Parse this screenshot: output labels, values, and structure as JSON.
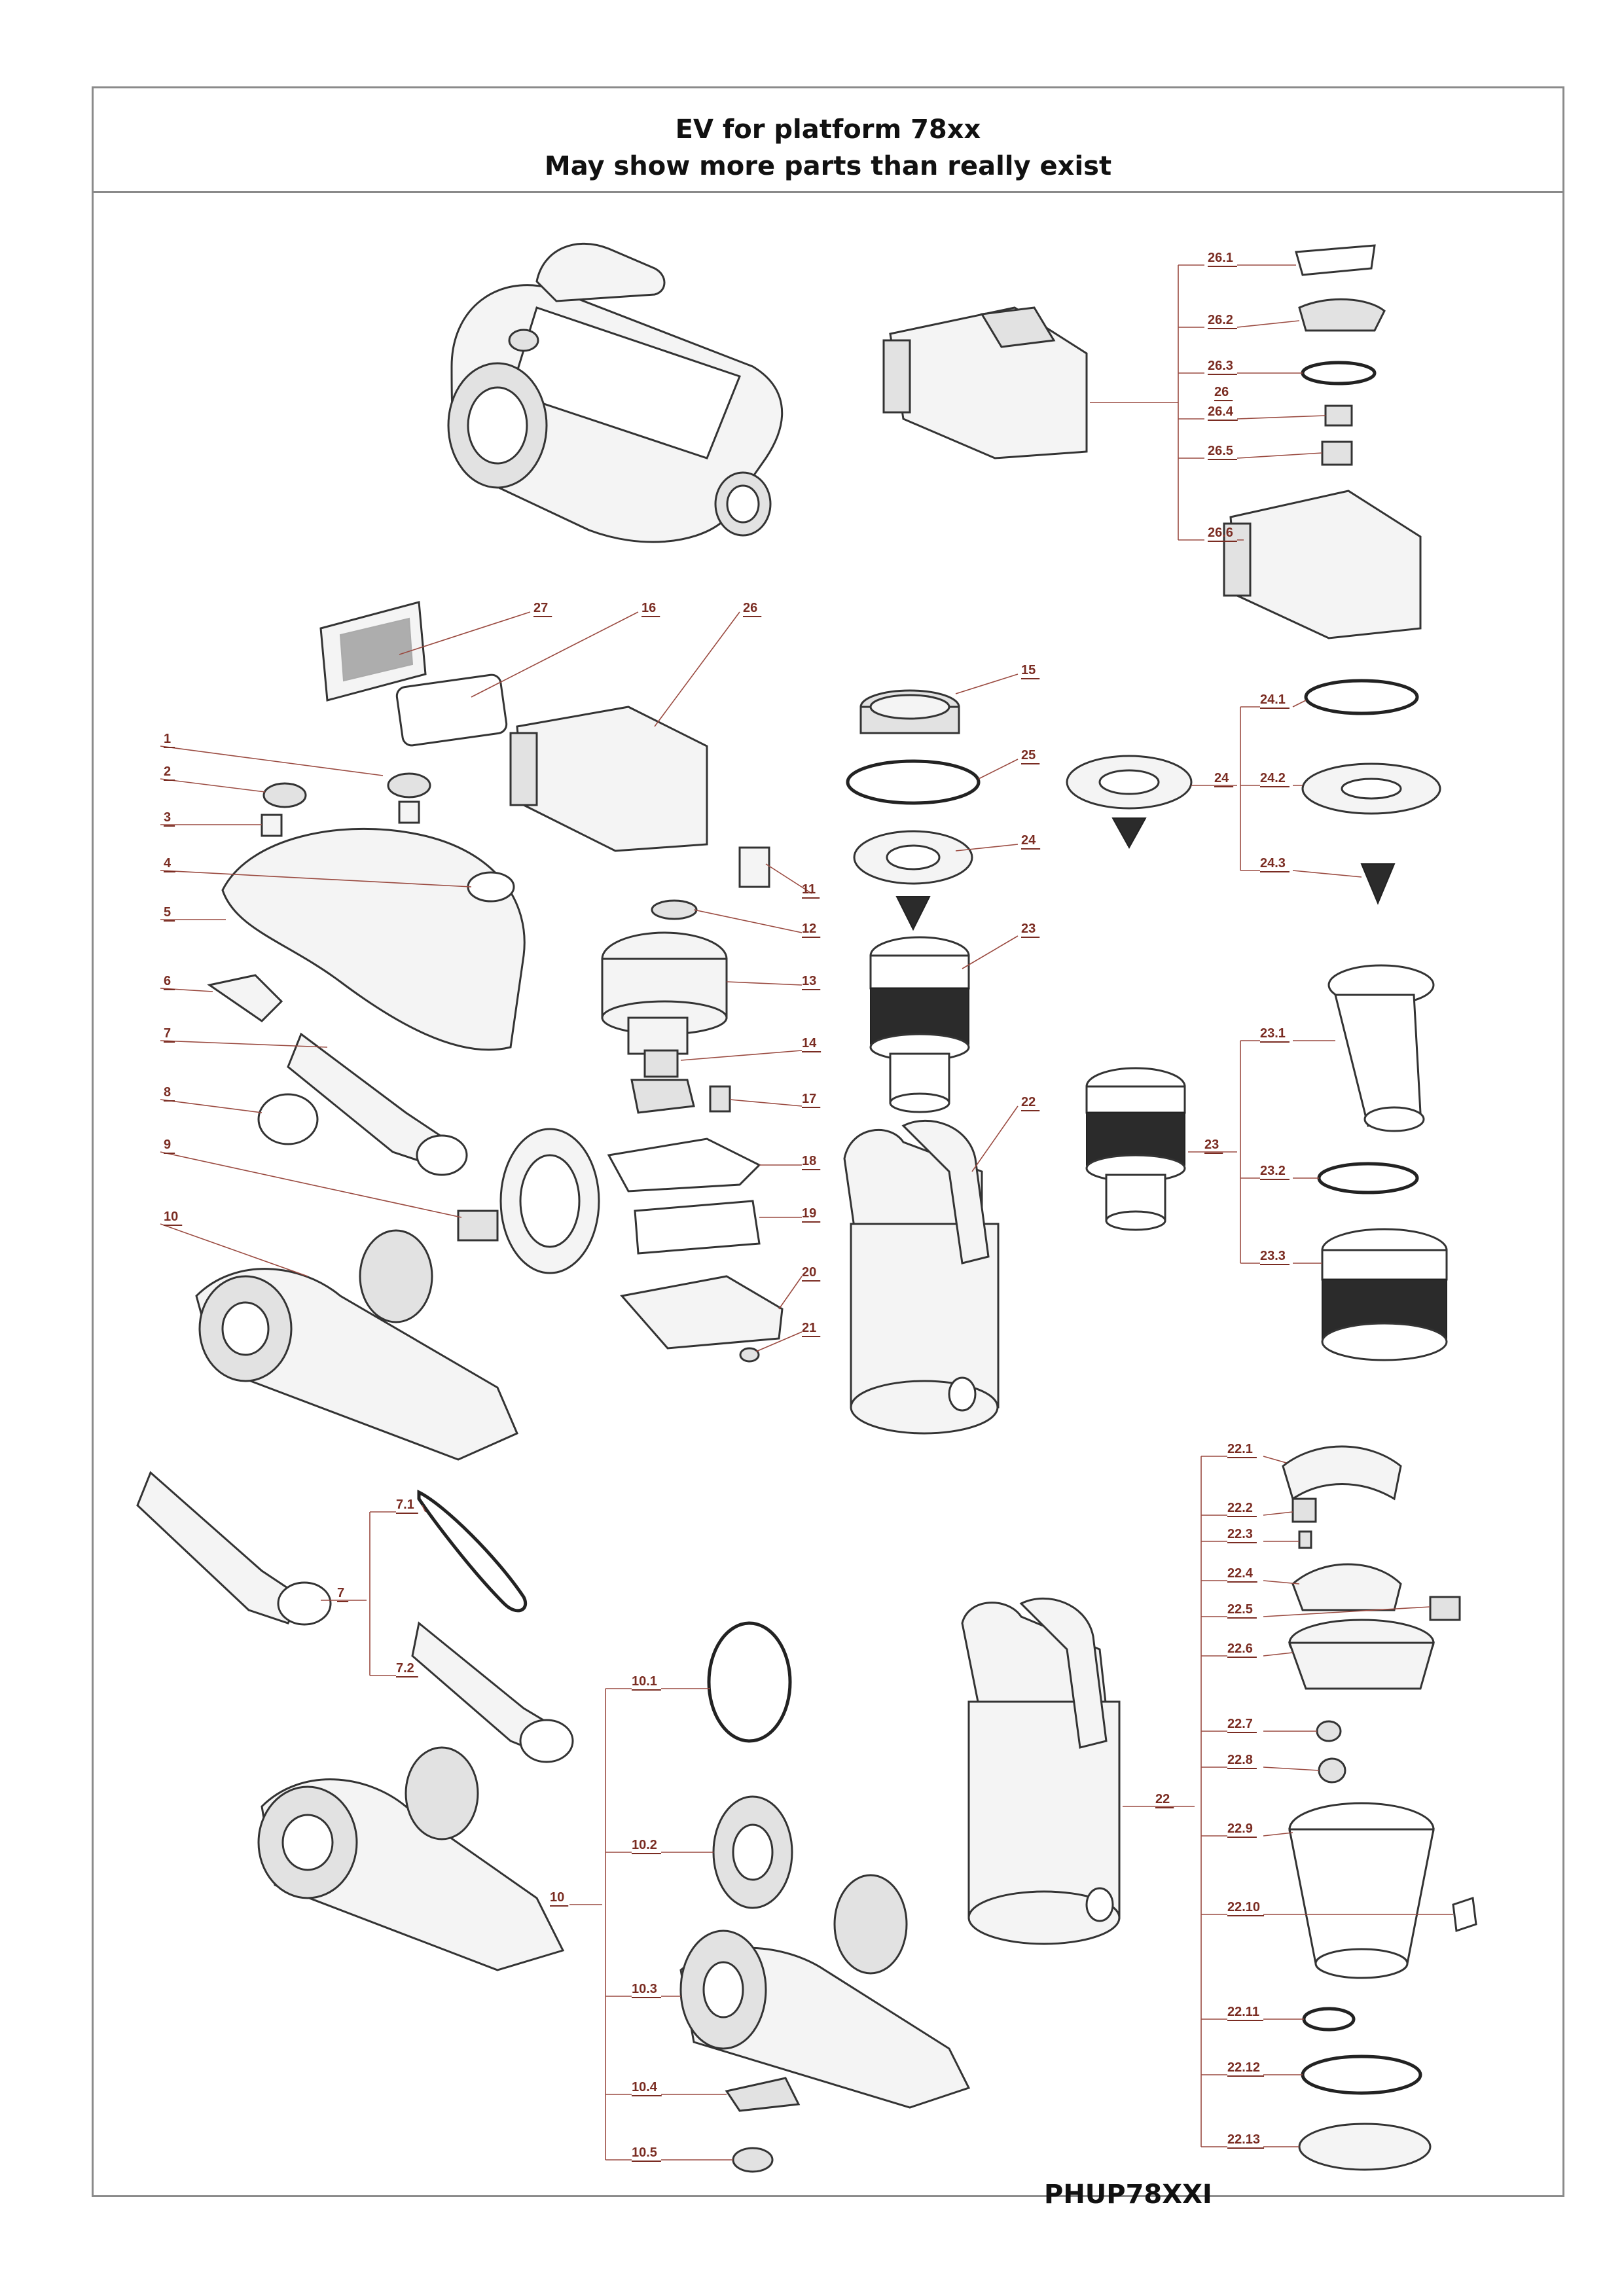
{
  "title_line1": "EV for platform 78xx",
  "title_line2": "May show more parts than really exist",
  "model_code": "PHUP78XXI",
  "callouts": {
    "p1": "1",
    "p2": "2",
    "p3": "3",
    "p4": "4",
    "p5": "5",
    "p6": "6",
    "p7": "7",
    "p8": "8",
    "p9": "9",
    "p10": "10",
    "p11": "11",
    "p12": "12",
    "p13": "13",
    "p14": "14",
    "p15": "15",
    "p16": "16",
    "p17": "17",
    "p18": "18",
    "p19": "19",
    "p20": "20",
    "p21": "21",
    "p22": "22",
    "p23": "23",
    "p24": "24",
    "p25": "25",
    "p26": "26",
    "p27": "27",
    "p26_1": "26.1",
    "p26_2": "26.2",
    "p26_3": "26.3",
    "p26_4": "26.4",
    "p26_5": "26.5",
    "p26_6": "26.6",
    "p24_1": "24.1",
    "p24_2": "24.2",
    "p24_3": "24.3",
    "p23_1": "23.1",
    "p23_2": "23.2",
    "p23_3": "23.3",
    "p7_1": "7.1",
    "p7_2": "7.2",
    "p10_1": "10.1",
    "p10_2": "10.2",
    "p10_3": "10.3",
    "p10_4": "10.4",
    "p10_5": "10.5",
    "p22_1": "22.1",
    "p22_2": "22.2",
    "p22_3": "22.3",
    "p22_4": "22.4",
    "p22_5": "22.5",
    "p22_6": "22.6",
    "p22_7": "22.7",
    "p22_8": "22.8",
    "p22_9": "22.9",
    "p22_10": "22.10",
    "p22_11": "22.11",
    "p22_12": "22.12",
    "p22_13": "22.13"
  }
}
